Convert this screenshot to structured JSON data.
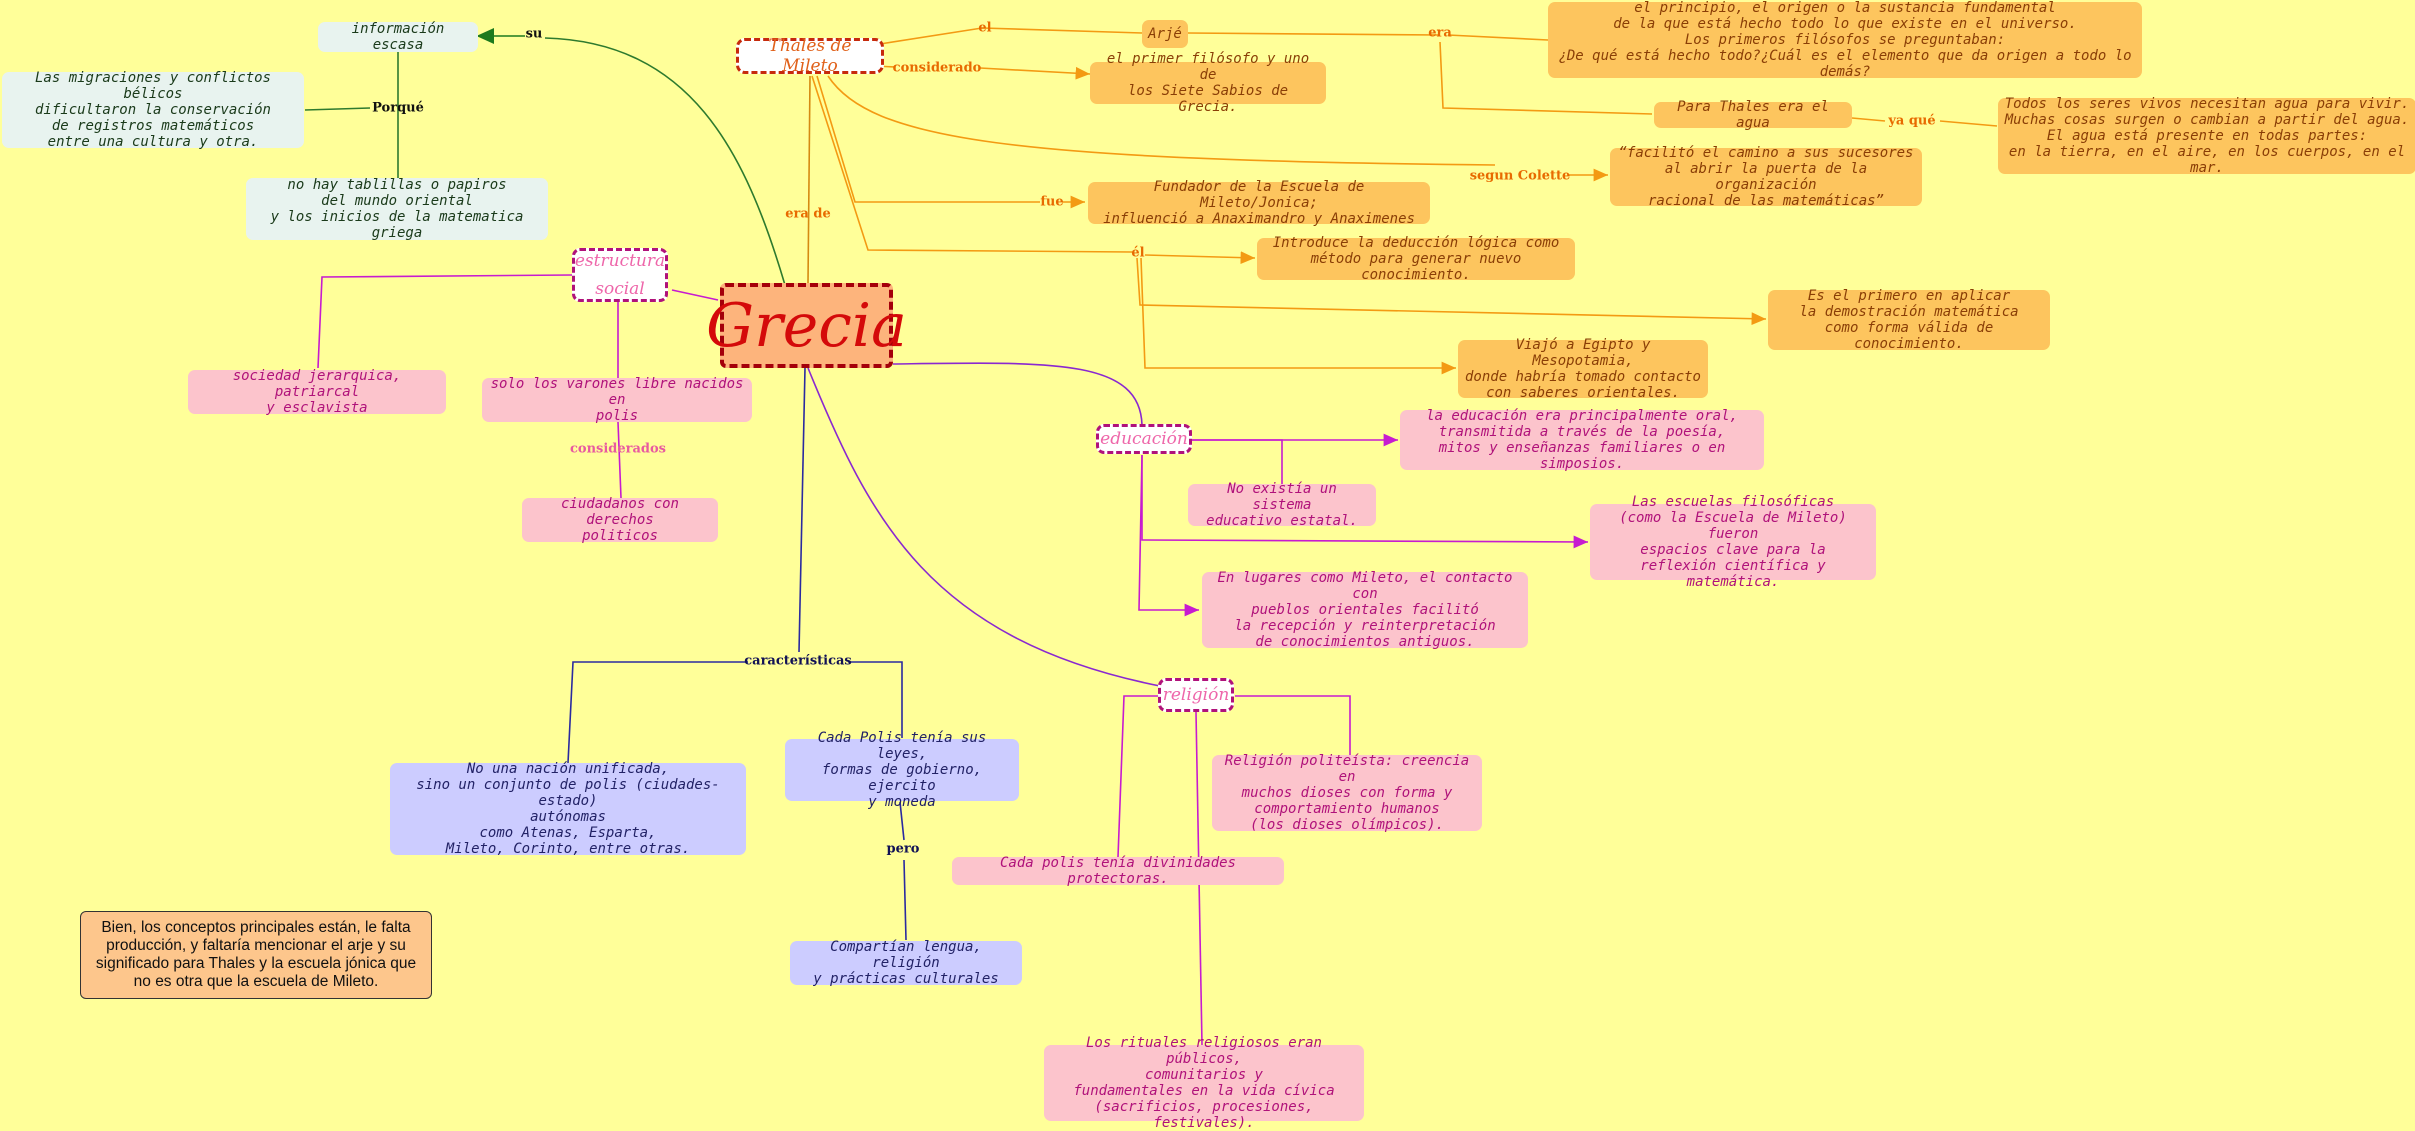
{
  "center": "Grecia",
  "hubs": {
    "thales": "Thales de Mileto",
    "estructura": "estructura\nsocial",
    "educacion": "educación",
    "religion": "religión"
  },
  "labels": {
    "su": "su",
    "porque": "Porqué",
    "era_de": "era de",
    "el_1": "el",
    "considerado_1": "considerado",
    "era": "era",
    "ya_que": "ya qué",
    "segun": "segun Colette",
    "fue": "fue",
    "el_2": "él",
    "considerados": "considerados",
    "caracteristicas": "características",
    "pero": "pero"
  },
  "nodes": {
    "info_escasa": "información escasa",
    "migraciones": "Las migraciones y conflictos bélicos\ndificultaron la conservación\nde registros matemáticos\nentre una cultura y otra.",
    "tablillas": "no hay tablillas o papiros\ndel mundo oriental\ny los inicios de la matematica griega",
    "arje": "Arjé",
    "principio": "el principio, el origen o la sustancia fundamental\nde la que está hecho todo lo que existe en el universo.\nLos primeros filósofos se preguntaban:\n¿De qué está hecho todo?¿Cuál es el elemento que da origen a todo lo demás?",
    "primer_filosofo": "el primer filósofo y uno de\nlos Siete Sabios de Grecia.",
    "agua": "Para Thales era el agua",
    "seres_vivos": "Todos los seres vivos necesitan agua para vivir.\nMuchas cosas surgen o cambian a partir del agua.\nEl agua está presente en todas partes:\nen la tierra, en el aire, en los cuerpos, en el mar.",
    "facilito": "“facilitó el camino a sus sucesores\nal abrir la puerta de la organización\nracional de las matemáticas”",
    "fundador": "Fundador de la Escuela de Mileto/Jonica;\ninfluenció a Anaximandro y Anaximenes",
    "deduccion": "Introduce la deducción lógica como\nmétodo para generar nuevo conocimiento.",
    "demostracion": "Es el primero en aplicar\nla demostración matemática\ncomo forma válida de conocimiento.",
    "egipto": "Viajó a Egipto y Mesopotamia,\ndonde habría tomado contacto\ncon saberes orientales.",
    "jerarquica": "sociedad jerarquica, patriarcal\ny esclavista",
    "varones": "solo los varones libre nacidos en\npolis",
    "ciudadanos": "ciudadanos con derechos\npoliticos",
    "oral": "la educación era principalmente oral,\ntransmitida a través de la poesía,\nmitos y enseñanzas familiares o en simposios.",
    "no_sistema": "No existía un sistema\neducativo estatal.",
    "escuelas": "Las escuelas filosóficas\n(como la Escuela de Mileto) fueron\nespacios clave para la\nreflexión científica y matemática.",
    "mileto_contacto": "En lugares como Mileto, el contacto con\npueblos orientales facilitó\nla recepción y reinterpretación\nde conocimientos antiguos.",
    "nacion": "No una nación unificada,\nsino un conjunto de polis (ciudades-estado)\nautónomas\ncomo Atenas, Esparta,\nMileto, Corinto, entre otras.",
    "polis_leyes": "Cada Polis tenía sus leyes,\nformas de gobierno, ejercito\ny moneda",
    "lengua": "Compartían lengua, religión\ny prácticas culturales",
    "politeista": "Religión politeísta: creencia en\nmuchos dioses con forma y\ncomportamiento humanos\n(los dioses olímpicos).",
    "divinidades": "Cada polis tenía divinidades protectoras.",
    "rituales": "Los rituales religiosos eran públicos,\ncomunitarios y\nfundamentales en la vida cívica\n(sacrificios, procesiones, festivales)."
  },
  "comment": "Bien, los conceptos principales están, le falta producción, y faltaría mencionar el arje y su significado para Thales y la escuela jónica que no es otra que la escuela de Mileto.",
  "colors": {
    "background": "#ffff99",
    "orange_link": "#f39a13",
    "pink_link": "#c71bd0",
    "navy_link": "#2a2aa0",
    "green_link": "#2e7a2e"
  }
}
